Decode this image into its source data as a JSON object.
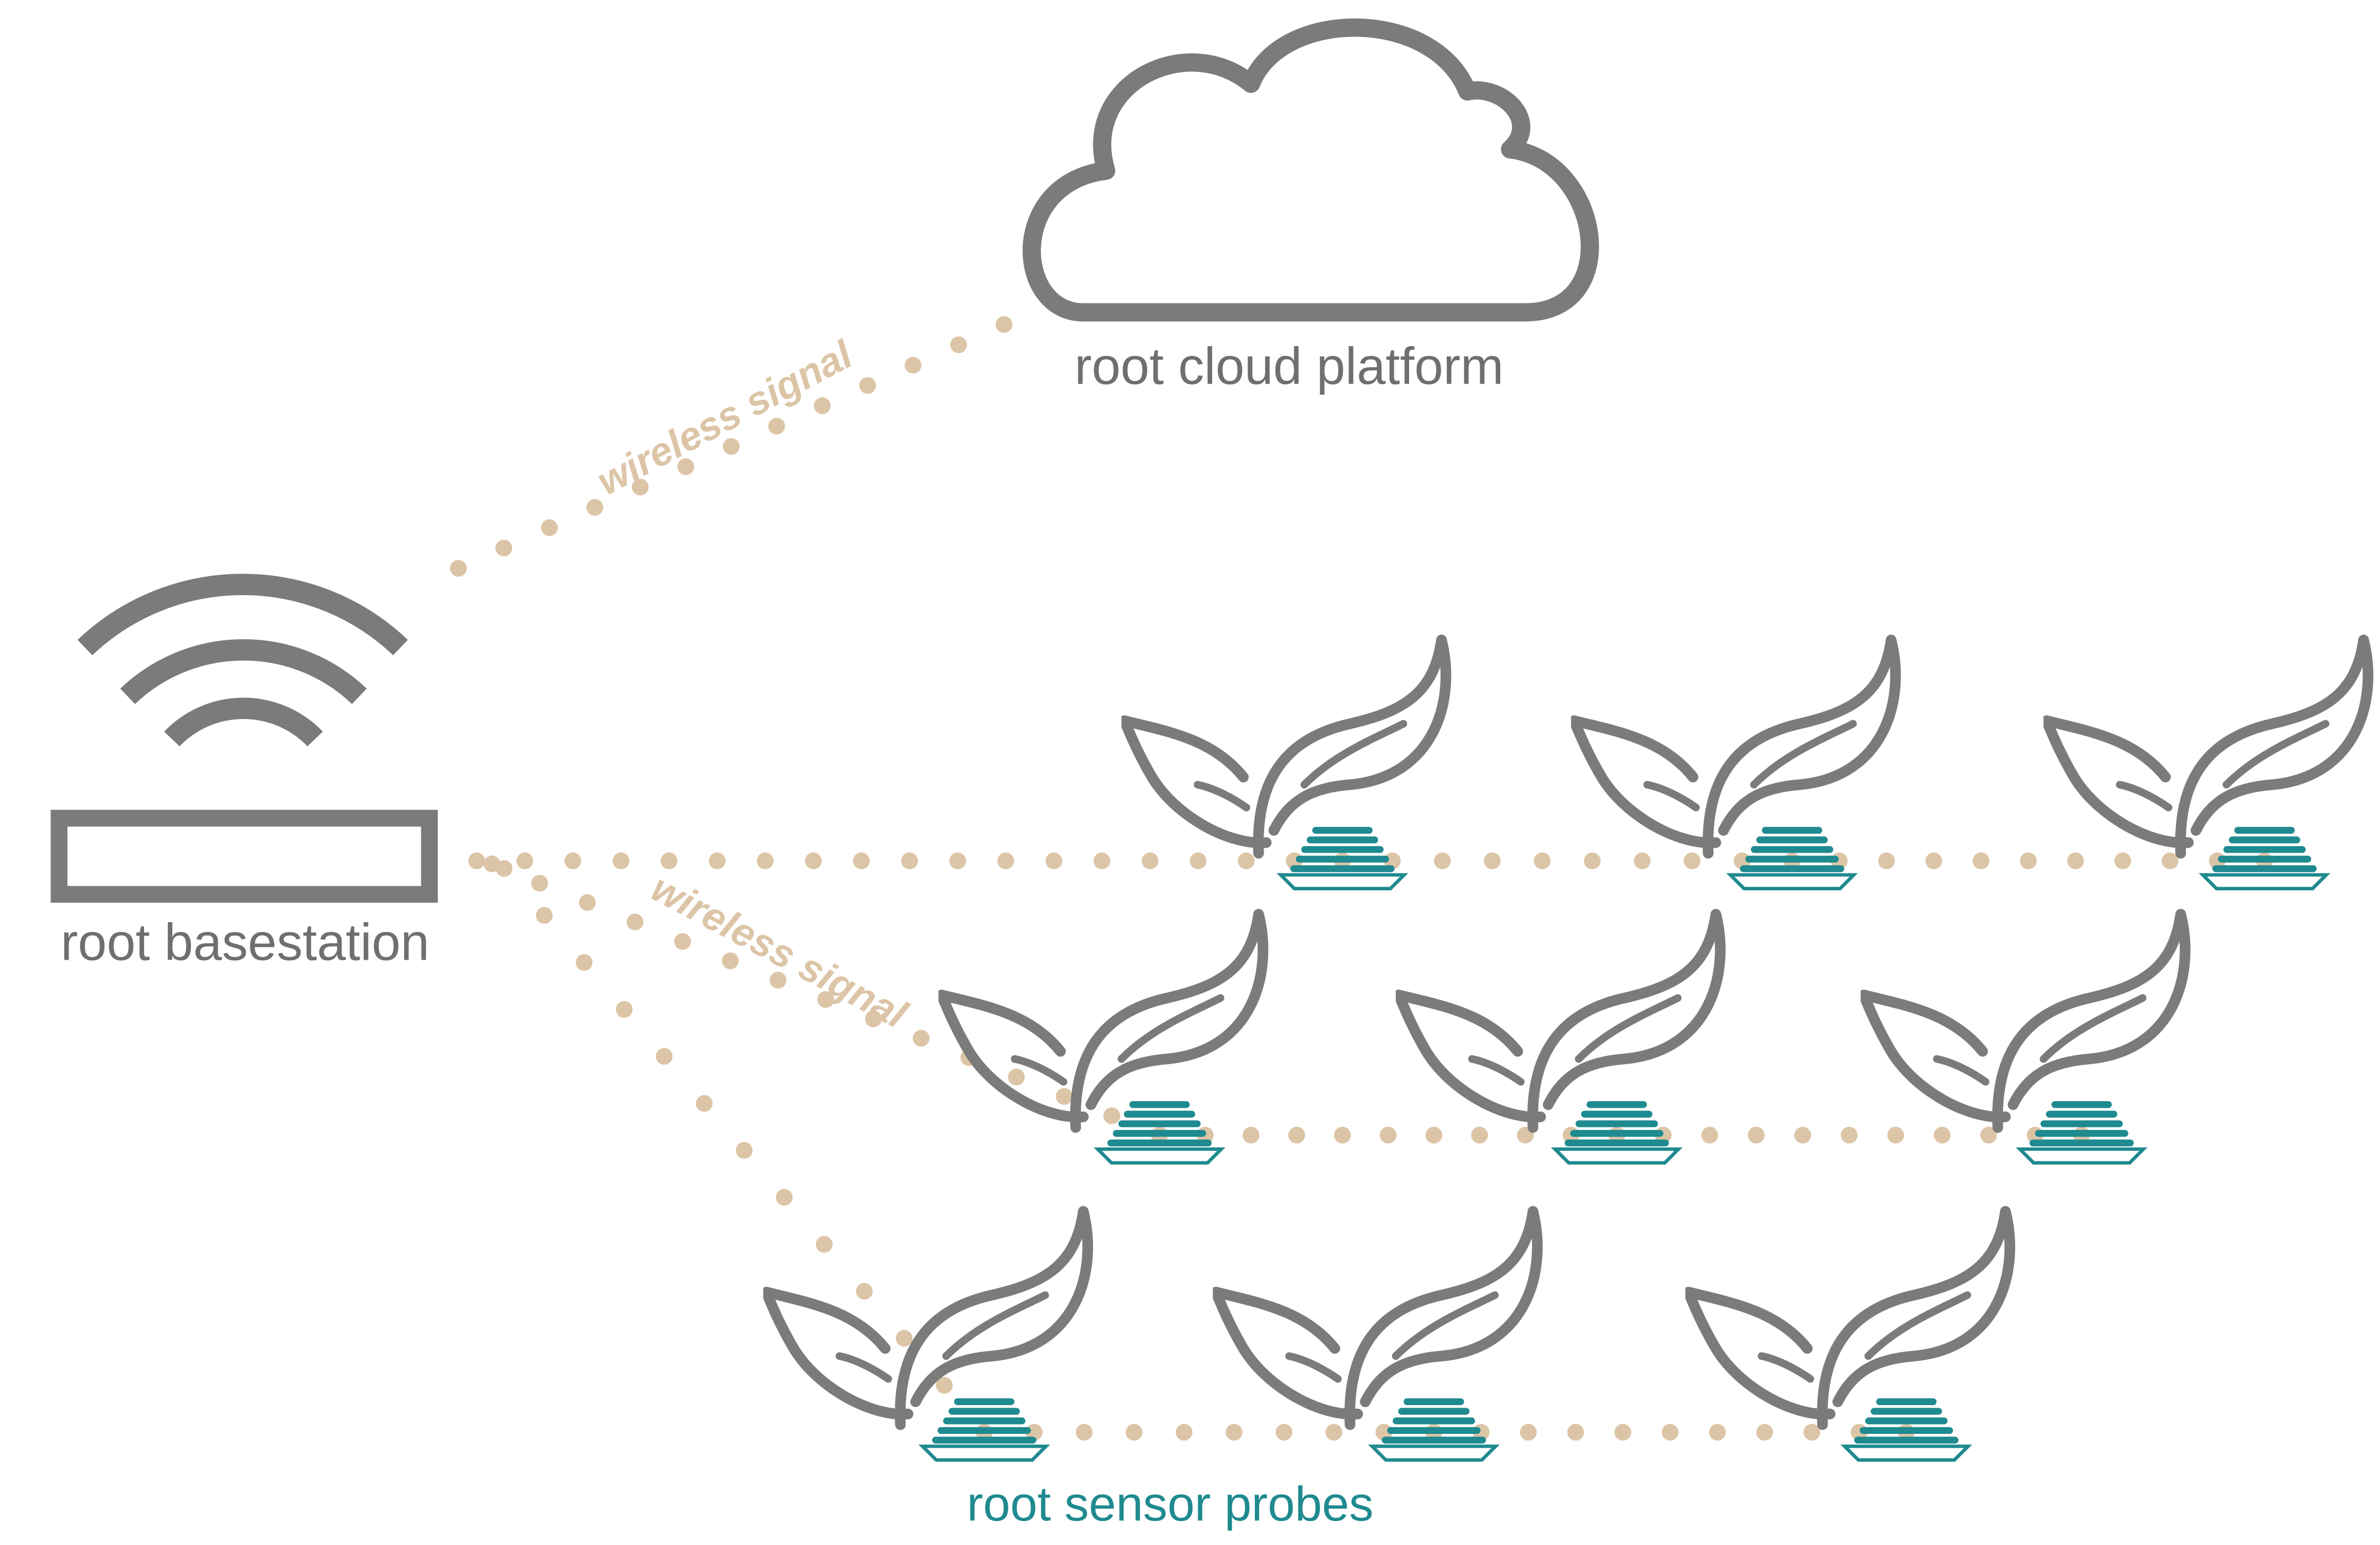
{
  "labels": {
    "cloud": "root cloud platform",
    "basestation": "root basestation",
    "signal_top": "wireless signal",
    "signal_bottom": "wireless signal",
    "probes": "root sensor probes"
  },
  "colors": {
    "gray": "#7b7b7a",
    "tan": "#dcc5a7",
    "teal": "#1f8a8f",
    "background": "#ffffff"
  },
  "icons": {
    "cloud": "cloud-icon",
    "router": "wifi-router-icon",
    "plant": "seedling-icon",
    "probe": "sensor-probe-icon"
  },
  "probe_grid": {
    "rows": 3,
    "columns": 3
  }
}
